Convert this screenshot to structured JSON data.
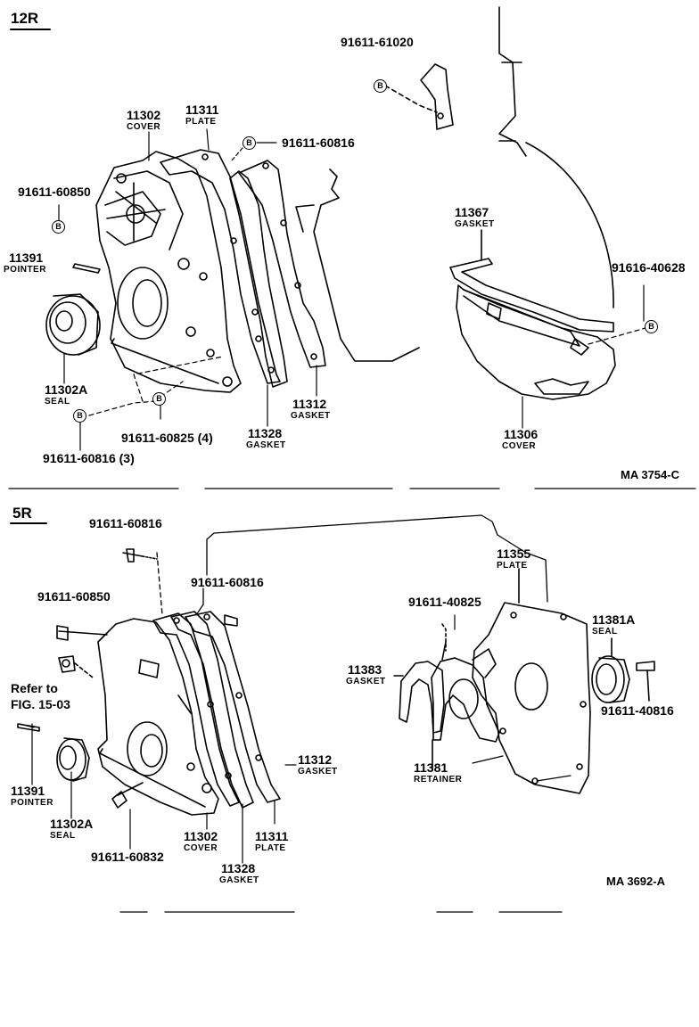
{
  "sections": {
    "upper": {
      "tag": "12R",
      "figure_id": "MA  3754-C",
      "bolt_symbol": "B",
      "parts": {
        "bolt_61020": "91611-61020",
        "cover_11302": {
          "num": "11302",
          "name": "COVER"
        },
        "plate_11311": {
          "num": "11311",
          "name": "PLATE"
        },
        "bolt_60816_top": "91611-60816",
        "bolt_60850": "91611-60850",
        "pointer_11391": {
          "num": "11391",
          "name": "POINTER"
        },
        "gasket_11367": {
          "num": "11367",
          "name": "GASKET"
        },
        "bolt_40628": "91616-40628",
        "seal_11302A": {
          "num": "11302A",
          "name": "SEAL"
        },
        "gasket_11312": {
          "num": "11312",
          "name": "GASKET"
        },
        "gasket_11328": {
          "num": "11328",
          "name": "GASKET"
        },
        "bolt_60825": "91611-60825 (4)",
        "bolt_60816_3": "91611-60816 (3)",
        "cover_11306": {
          "num": "11306",
          "name": "COVER"
        }
      }
    },
    "lower": {
      "tag": "5R",
      "figure_id": "MA  3692-A",
      "parts": {
        "bolt_60816_a": "91611-60816",
        "bolt_60816_b": "91611-60816",
        "bolt_60850": "91611-60850",
        "refer": [
          "Refer to",
          "FIG. 15-03"
        ],
        "pointer_11391": {
          "num": "11391",
          "name": "POINTER"
        },
        "seal_11302A": {
          "num": "11302A",
          "name": "SEAL"
        },
        "bolt_60832": "91611-60832",
        "cover_11302": {
          "num": "11302",
          "name": "COVER"
        },
        "gasket_11328": {
          "num": "11328",
          "name": "GASKET"
        },
        "plate_11311": {
          "num": "11311",
          "name": "PLATE"
        },
        "gasket_11312": {
          "num": "11312",
          "name": "GASKET"
        },
        "plate_11355": {
          "num": "11355",
          "name": "PLATE"
        },
        "bolt_40825": "91611-40825",
        "seal_11381A": {
          "num": "11381A",
          "name": "SEAL"
        },
        "gasket_11383": {
          "num": "11383",
          "name": "GASKET"
        },
        "bolt_40816": "91611-40816",
        "retainer_11381": {
          "num": "11381",
          "name": "RETAINER"
        }
      }
    }
  }
}
